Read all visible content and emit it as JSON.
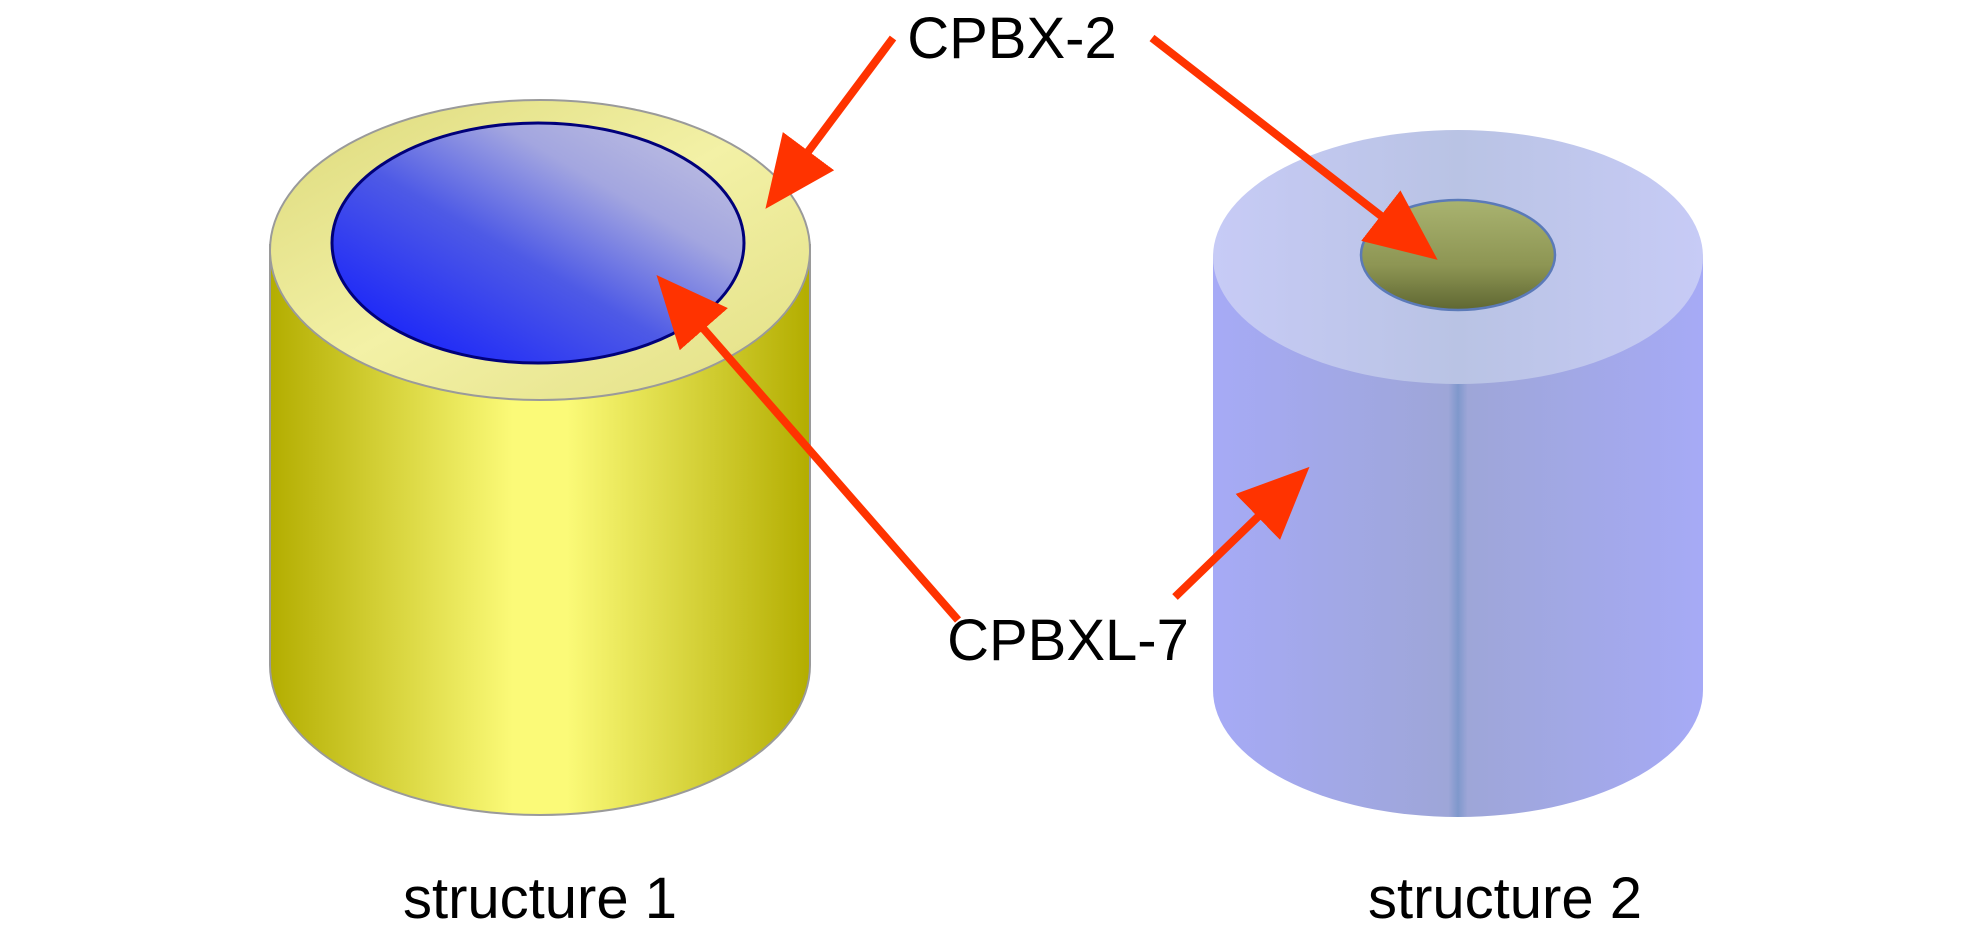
{
  "labels": {
    "top": "CPBX-2",
    "middle": "CPBXL-7",
    "structure1": "structure 1",
    "structure2": "structure 2"
  },
  "colors": {
    "arrow": "#ff3300",
    "yellow_dark": "#b3ad00",
    "yellow_light": "#fbfa78",
    "yellow_rim": "#ece98f",
    "blue_core": "#0a14ff",
    "blue_core_light": "#c6c6e2",
    "lavender": "#a4a9f4",
    "lavender_mid": "#7f98cc",
    "lavender_top": "#c5c9f4",
    "core_green": "#6f7a3b"
  },
  "icons": {
    "arrow": "arrow-icon"
  }
}
